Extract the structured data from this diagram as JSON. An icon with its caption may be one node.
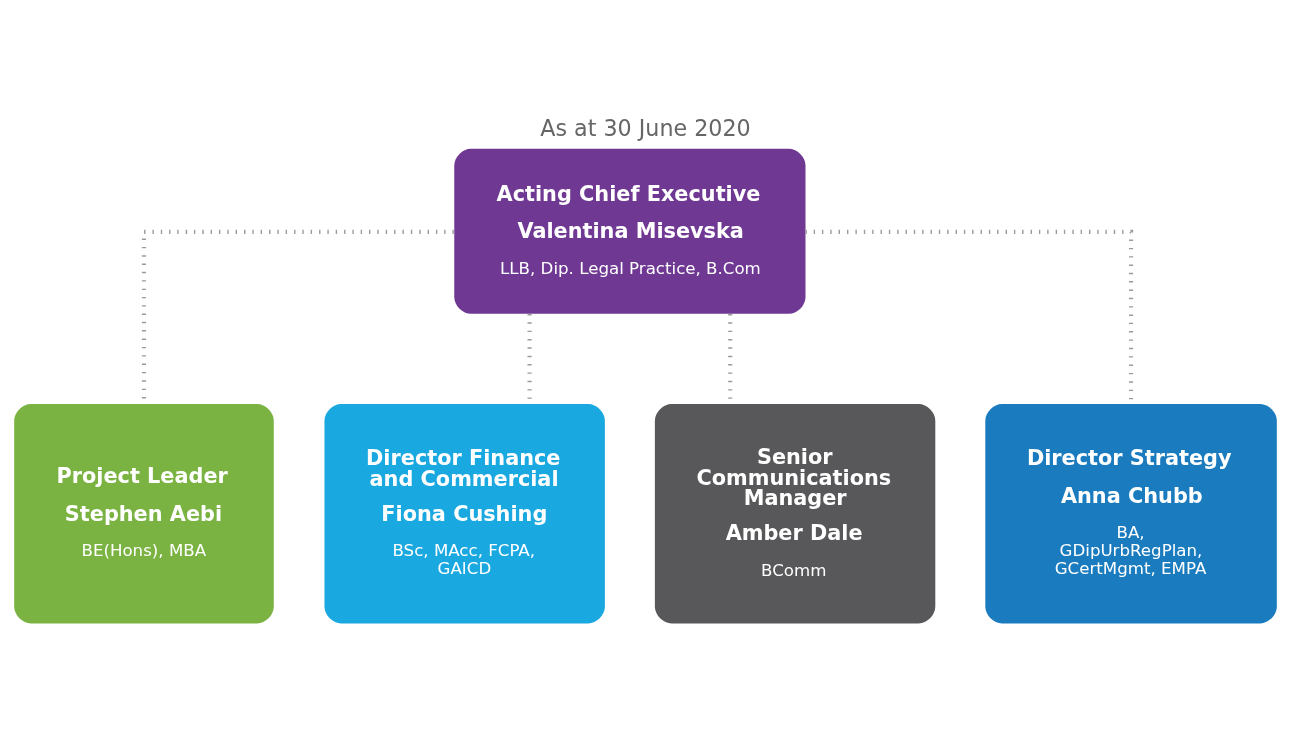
{
  "diagram": {
    "title": "As at 30 June 2020",
    "nodes": [
      {
        "text": [
          "Acting Chief Executive",
          "Valentina Misevska",
          "LLB, Dip. Legal Practice, B.Com"
        ]
      },
      {
        "text": [
          "Project Leader",
          "Stephen Aebi",
          "BE(Hons), MBA"
        ]
      },
      {
        "text": [
          "Director Finance and Commercial",
          "Fiona Cushing",
          "BSc, MAcc, FCPA, GAICD"
        ]
      },
      {
        "text": [
          "Senior Communications Manager",
          "Amber Dale",
          "BComm"
        ]
      },
      {
        "text": [
          "Director Strategy",
          "Anna Chubb",
          "BA, GDipUrbRegPlan, GCertMgmt, EMPA"
        ]
      }
    ],
    "edges": [
      {
        "from": 0,
        "to": 1,
        "arrow": "none",
        "style": "dashed"
      },
      {
        "from": 0,
        "to": 2,
        "arrow": "none",
        "style": "dashed"
      },
      {
        "from": 0,
        "to": 3,
        "arrow": "none",
        "style": "dashed"
      },
      {
        "from": 0,
        "to": 4,
        "arrow": "none",
        "style": "dashed"
      }
    ]
  }
}
